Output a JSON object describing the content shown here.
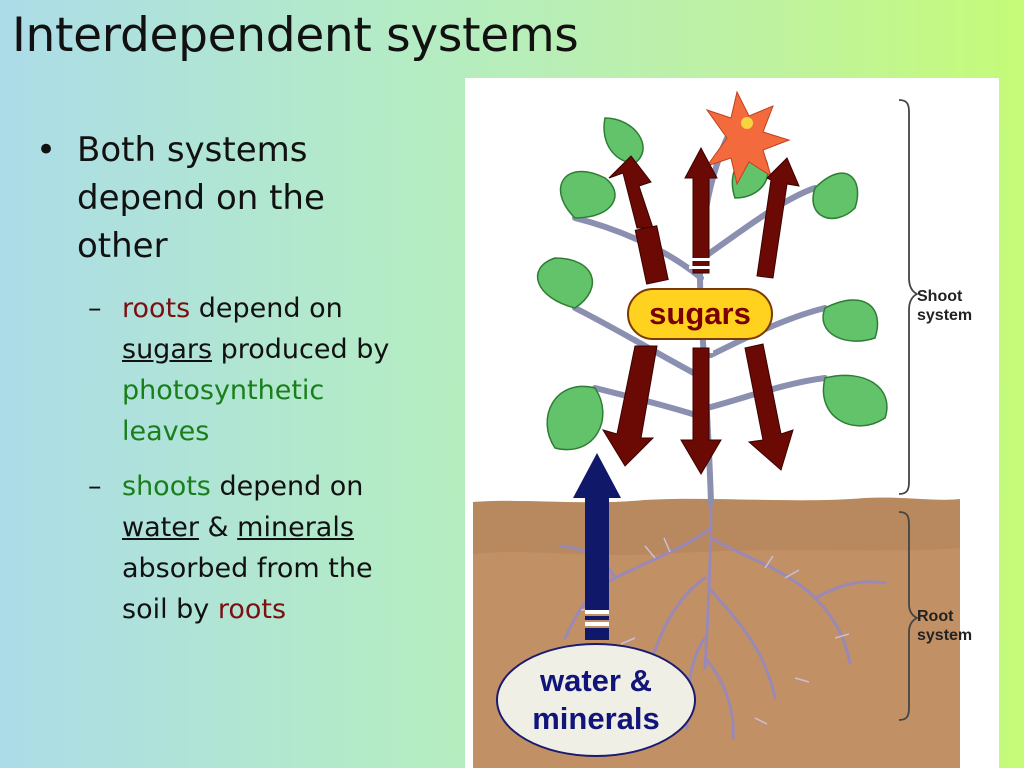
{
  "slide": {
    "title": "Interdependent systems",
    "bullet": {
      "marker": "•",
      "line1": "Both systems",
      "line2": "depend on the",
      "line3": "other"
    },
    "sub_marker": "–",
    "sub1": {
      "word1": "roots",
      "text1": " depend on",
      "word2": "sugars",
      "text2": " produced by",
      "word3": "photosynthetic",
      "word4": "leaves"
    },
    "sub2": {
      "word1": "shoots",
      "text1": " depend on",
      "word2": "water",
      "text2": " & ",
      "word3": "minerals",
      "line3": "absorbed from the",
      "text4": "soil by ",
      "word4": "roots"
    }
  },
  "figure": {
    "sugars_label": "sugars",
    "water_label_line1": "water &",
    "water_label_line2": "minerals",
    "shoot_label_line1": "Shoot",
    "shoot_label_line2": "system",
    "root_label_line1": "Root",
    "root_label_line2": "system"
  },
  "colors": {
    "text_red": "#7a1010",
    "text_green": "#1a7f1a",
    "sugars_fill": "#ffd21f",
    "arrow_sugar": "#6b0a05",
    "arrow_water": "#10186a",
    "soil": "#c19064",
    "leaf": "#62c36a"
  }
}
